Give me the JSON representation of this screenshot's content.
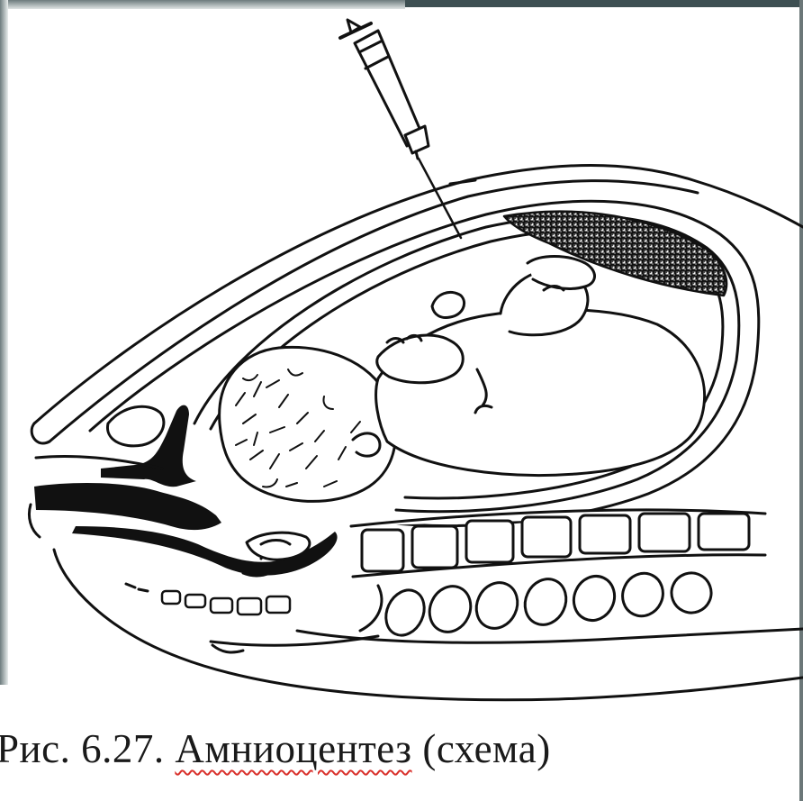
{
  "caption": {
    "prefix": "Рис. 6.27. ",
    "term": "Амниоцентез",
    "suffix": " (схема)"
  },
  "colors": {
    "ink": "#111111",
    "paper": "#ffffff",
    "frame": "#3d4f52",
    "spellcheck_underline": "#d9302b"
  }
}
